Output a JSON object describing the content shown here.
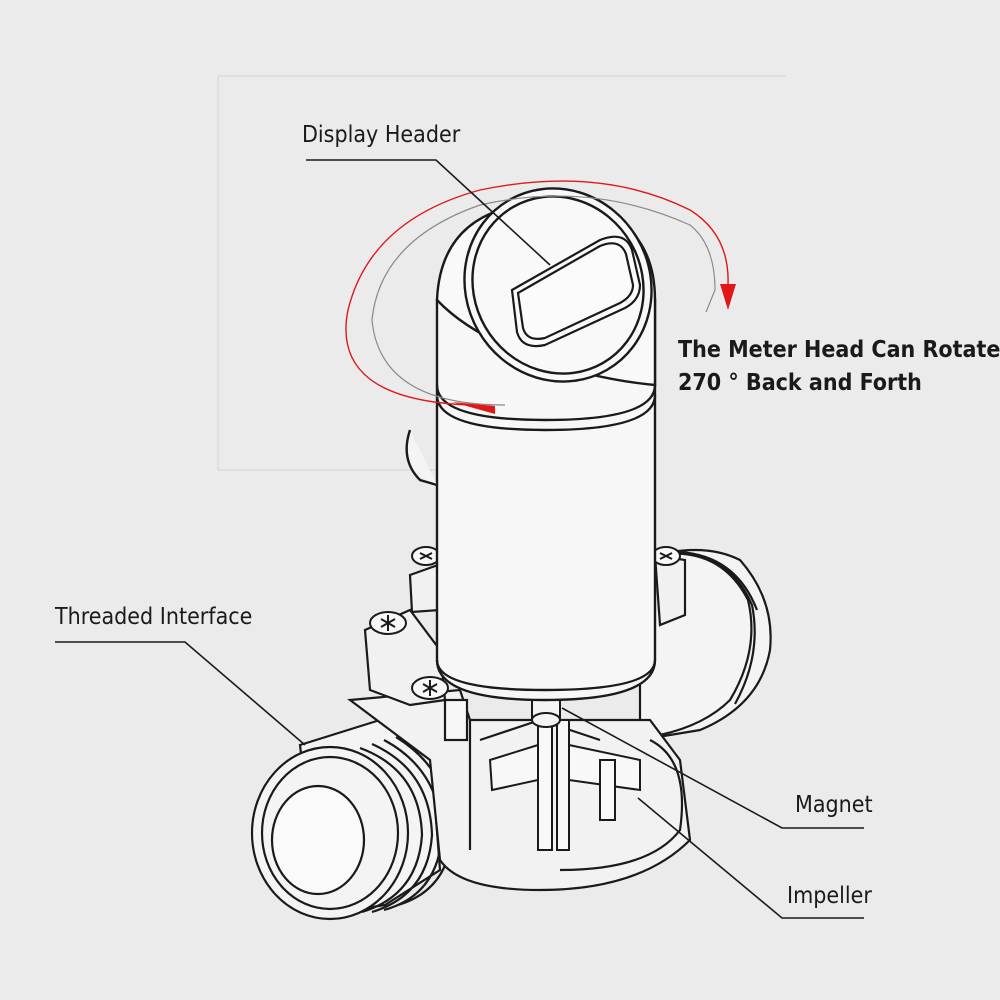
{
  "labels": {
    "display_header": "Display Header",
    "rotate_line1": "The Meter Head Can Rotate",
    "rotate_line2": "270 ° Back and Forth",
    "threaded_interface": "Threaded Interface",
    "magnet": "Magnet",
    "impeller": "Impeller"
  },
  "colors": {
    "background": "#ebebeb",
    "line": "#1a1a1a",
    "rotation_arrow": "#e01818"
  }
}
